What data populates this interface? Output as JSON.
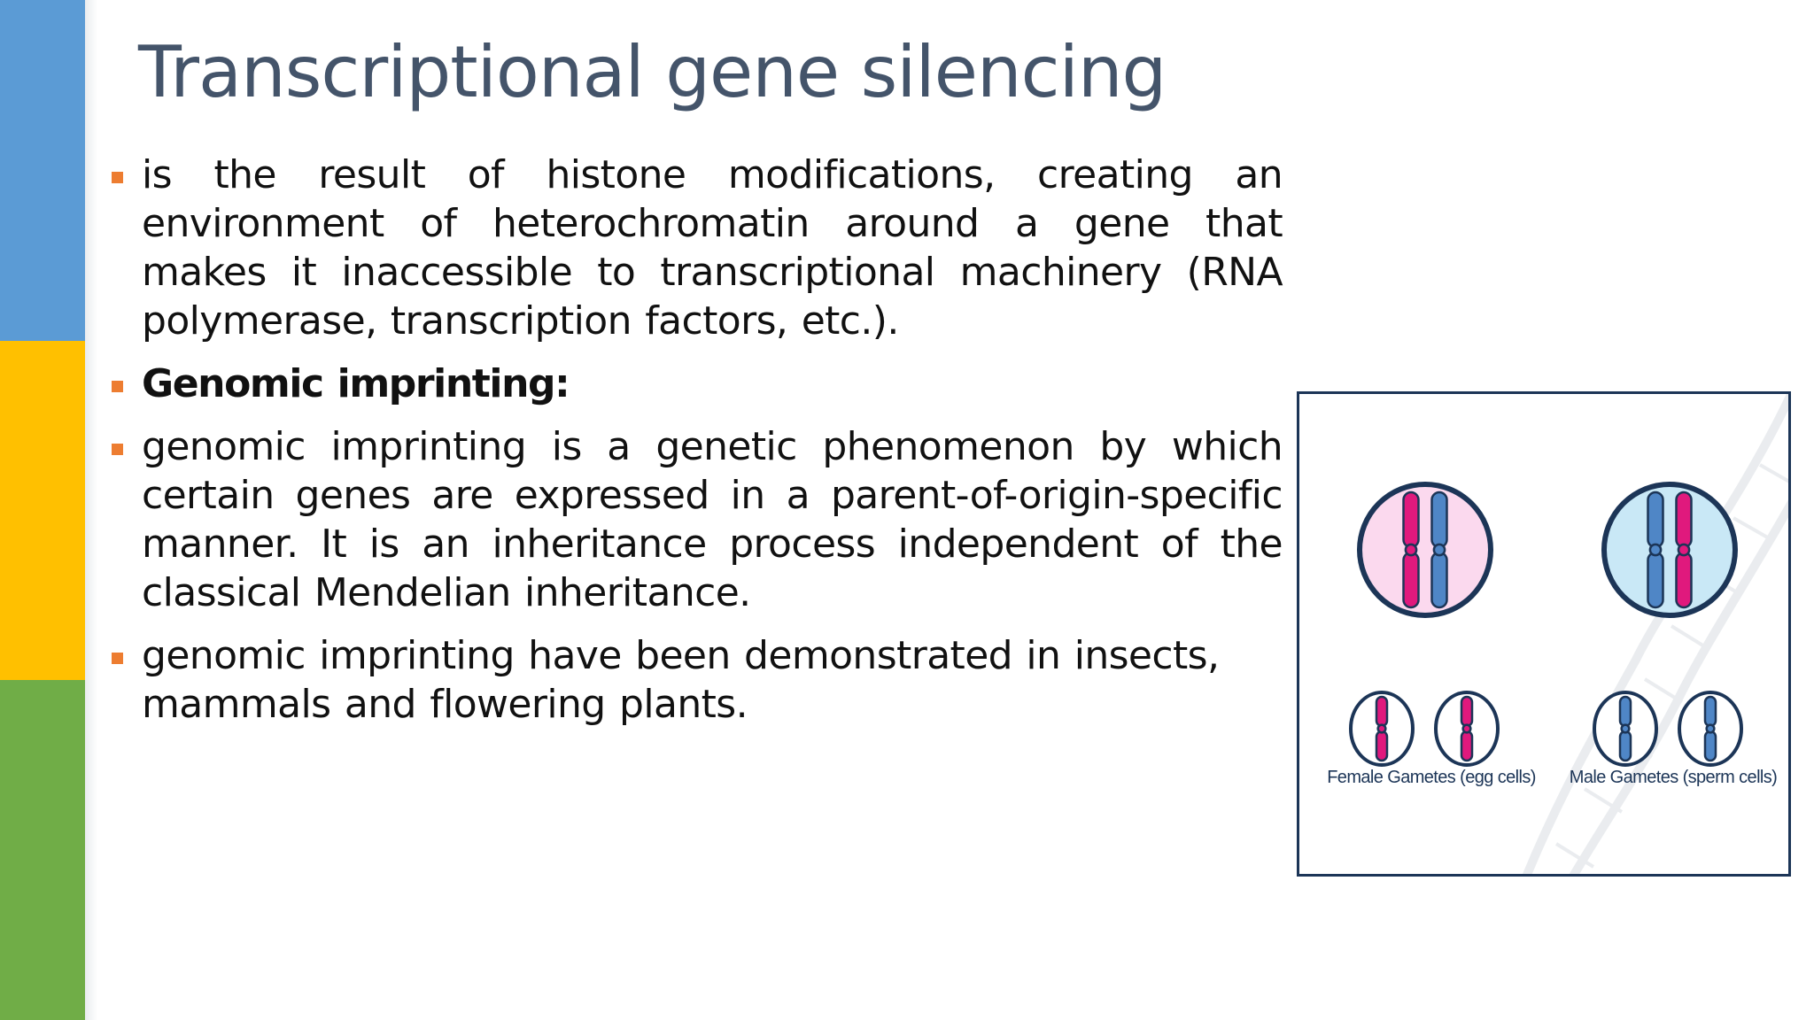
{
  "slide": {
    "title": "Transcriptional gene silencing",
    "bullets": [
      {
        "text": "is the result of histone modifications, creating an environment of heterochromatin around a gene that makes it inaccessible to transcriptional machinery (RNA polymerase, transcription factors, etc.).",
        "bold": false
      },
      {
        "text": "Genomic imprinting:",
        "bold": true
      },
      {
        "text": "genomic imprinting is a genetic phenomenon by which certain genes are expressed in a parent-of-origin-specific manner. It is an inheritance process independent of the classical Mendelian inheritance.",
        "bold": false
      },
      {
        "text": "genomic imprinting have been demonstrated in insects, mammals and flowering plants.",
        "bold": false
      }
    ]
  },
  "figure": {
    "female_caption": "Female Gametes (egg cells)",
    "male_caption": "Male Gametes (sperm cells)"
  },
  "colors": {
    "sidebar_blue": "#5b9bd5",
    "sidebar_gold": "#ffc000",
    "sidebar_green": "#70ad47",
    "title": "#44546a",
    "bullet_marker": "#ed7d31",
    "magenta": "#e0197d",
    "chromosome_blue": "#4f86c6",
    "navy": "#1c3557"
  }
}
